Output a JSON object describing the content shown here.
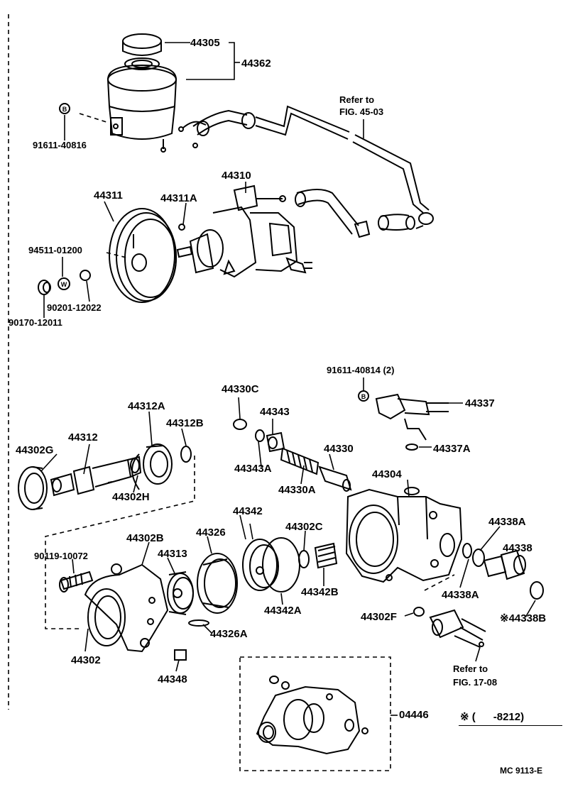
{
  "part_labels": {
    "p44305": "44305",
    "p44362": "44362",
    "p91611_40816": "91611-40816",
    "refer_a_1": "Refer to",
    "refer_a_2": "FIG. 45-03",
    "p44310": "44310",
    "p44311": "44311",
    "p44311A": "44311A",
    "p94511_01200": "94511-01200",
    "p90201_12022": "90201-12022",
    "p90170_12011": "90170-12011",
    "p91611_40814": "91611-40814 (2)",
    "p44337": "44337",
    "p44337A": "44337A",
    "p44330C": "44330C",
    "p44343": "44343",
    "p44343A": "44343A",
    "p44330": "44330",
    "p44330A": "44330A",
    "p44312A": "44312A",
    "p44312B": "44312B",
    "p44312": "44312",
    "p44302G": "44302G",
    "p44302H": "44302H",
    "p44304": "44304",
    "p44342": "44342",
    "p44302C": "44302C",
    "p44338A_top": "44338A",
    "p44338": "44338",
    "p44338A_bottom": "44338A",
    "p44338B": "※44338B",
    "p90119_10072": "90119-10072",
    "p44302B": "44302B",
    "p44313": "44313",
    "p44326": "44326",
    "p44342B": "44342B",
    "p44342A": "44342A",
    "p44302F": "44302F",
    "p44326A": "44326A",
    "p44302": "44302",
    "p44348": "44348",
    "refer_b_1": "Refer to",
    "refer_b_2": "FIG. 17-08",
    "p04446": "04446",
    "bolt_mark_1": "B",
    "bolt_mark_2": "W",
    "bolt_mark_3": "B"
  },
  "footnote": "※ (      -8212)",
  "figure_code": "MC 9113-E"
}
